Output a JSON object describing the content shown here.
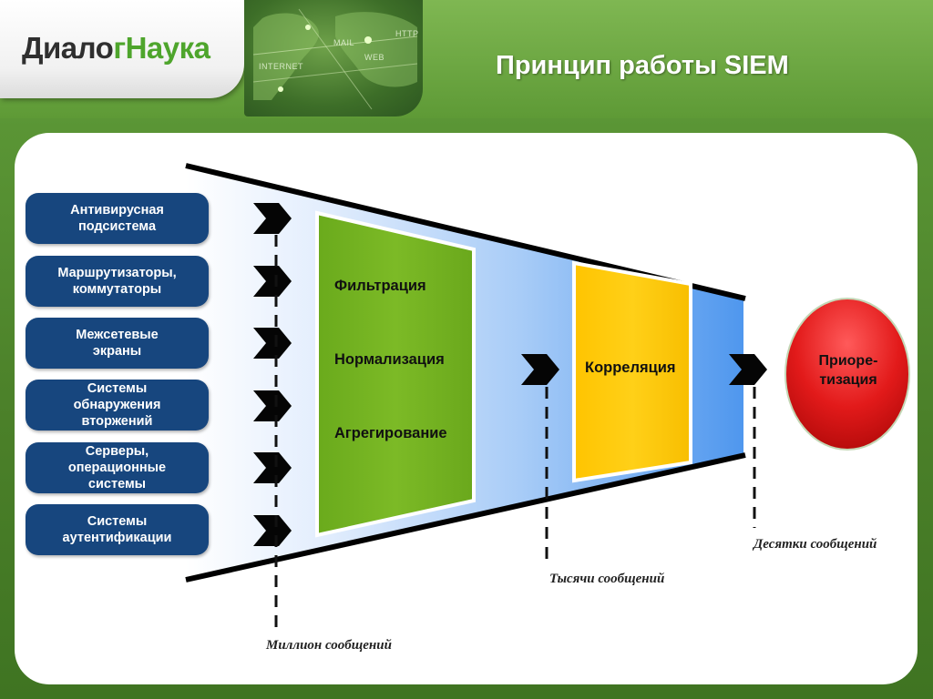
{
  "header": {
    "logo_part1": "Диало",
    "logo_part2": "гНаука",
    "title": "Принцип работы SIEM",
    "map_labels": [
      "INTERNET",
      "MAIL",
      "WEB",
      "HTTP"
    ]
  },
  "sources": [
    {
      "label": "Антивирусная\nподсистема"
    },
    {
      "label": "Маршрутизаторы,\nкоммутаторы"
    },
    {
      "label": "Межсетевые\nэкраны"
    },
    {
      "label": "Системы\nобнаружения\nвторжений"
    },
    {
      "label": "Серверы,\nоперационные\nсистемы"
    },
    {
      "label": "Системы\nаутентификации"
    }
  ],
  "stages": {
    "processing": [
      "Фильтрация",
      "Нормализация",
      "Агрегирование"
    ],
    "correlation": "Корреляция",
    "prioritization": "Приоре-\nтизация"
  },
  "captions": {
    "million": "Миллион сообщений",
    "thousands": "Тысячи сообщений",
    "tens": "Десятки сообщений"
  },
  "colors": {
    "source_pill": "#17467e",
    "processing_box": "#77b522",
    "correlation_box": "#ffc800",
    "prioritization_circle": "#e02020",
    "funnel_light": "#cfe1fb",
    "funnel_dark": "#5fa3f0"
  }
}
